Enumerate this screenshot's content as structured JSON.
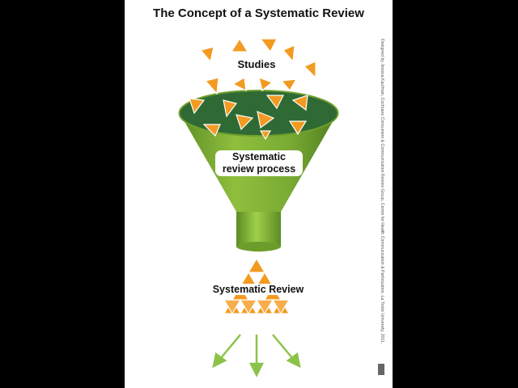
{
  "title": "The Concept of a Systematic Review",
  "funnel": {
    "input_label": "Studies",
    "process_label_line1": "Systematic",
    "process_label_line2": "review process",
    "output_label": "Systematic Review"
  },
  "credit": "Designed by Jessica Kaufman, Cochrane Consumers & Communication Review Group, Centre for Health Communication & Participation, La Trobe University, 2011.",
  "colors": {
    "funnel_green": "#6f9f2d",
    "funnel_dark": "#2f6a35",
    "triangle_orange": "#f39a21",
    "arrow_green": "#8bc34a"
  }
}
